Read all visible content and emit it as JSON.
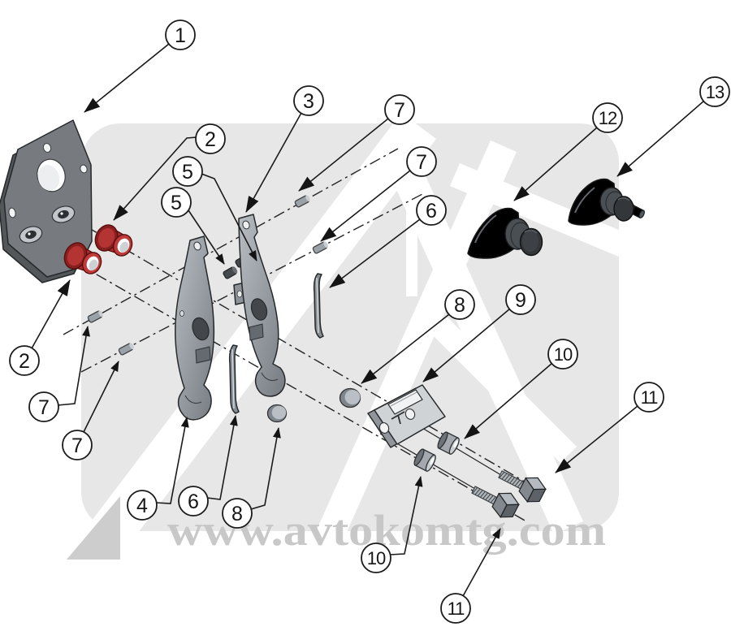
{
  "watermark": {
    "text": "www.avtokomtg.com",
    "text_color": "#c6c6c6",
    "logo_bg": "#e7e7e7",
    "logo_corner": "#cdcdcd",
    "logo_stripe": "#ffffff"
  },
  "colors": {
    "bushing_red": "#a83030",
    "bushing_red_dark": "#8a1f1f",
    "bushing_bore": "#ffffff",
    "plate_gray": "#777b7f",
    "plate_side": "#53575a",
    "lever_gray": "#9aa0a5",
    "light_part": "#cfd3d6",
    "dark_part": "#3d4145",
    "pin_gray": "#9aa1a7",
    "outline": "#26292b"
  },
  "callouts": [
    {
      "label": "1"
    },
    {
      "label": "2"
    },
    {
      "label": "5"
    },
    {
      "label": "5"
    },
    {
      "label": "3"
    },
    {
      "label": "7"
    },
    {
      "label": "7"
    },
    {
      "label": "6"
    },
    {
      "label": "12"
    },
    {
      "label": "13"
    },
    {
      "label": "2"
    },
    {
      "label": "7"
    },
    {
      "label": "7"
    },
    {
      "label": "4"
    },
    {
      "label": "6"
    },
    {
      "label": "8"
    },
    {
      "label": "8"
    },
    {
      "label": "9"
    },
    {
      "label": "10"
    },
    {
      "label": "11"
    },
    {
      "label": "10"
    },
    {
      "label": "11"
    }
  ]
}
